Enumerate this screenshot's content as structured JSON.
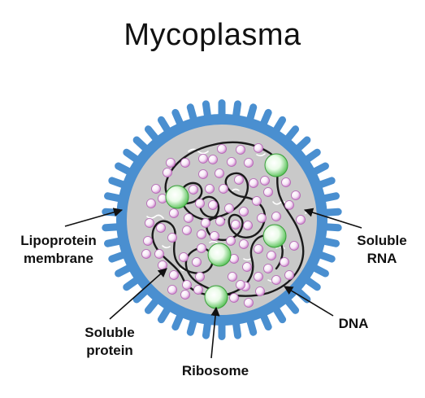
{
  "title": "Mycoplasma",
  "labels": {
    "lipoprotein_membrane": [
      "Lipoprotein",
      "membrane"
    ],
    "soluble_rna": [
      "Soluble",
      "RNA"
    ],
    "soluble_protein": [
      "Soluble",
      "protein"
    ],
    "dna": "DNA",
    "ribosome": "Ribosome"
  },
  "colors": {
    "membrane_blue": "#4a8fd0",
    "membrane_edge": "#3a7cc0",
    "cytoplasm_gray": "#c9c9c9",
    "protein_pink": "#d48ad4",
    "ribosome_green": "#6fcf6f",
    "dna_line": "#1a1a1a",
    "rna_line": "#ffffff"
  }
}
